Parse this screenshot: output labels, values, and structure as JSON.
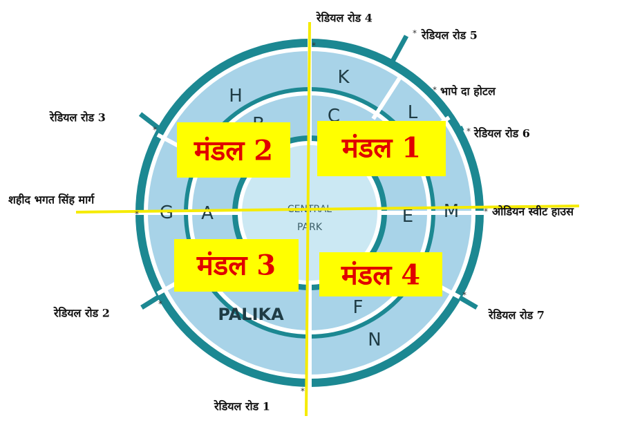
{
  "map": {
    "blocks": {
      "outer": [
        "H",
        "K",
        "L",
        "M",
        "N",
        "G"
      ],
      "middle": [
        "B",
        "C",
        "E",
        "F",
        "A"
      ],
      "palika": "PALIKA"
    },
    "central_park": {
      "line1": "CENTRAL",
      "line2": "PARK"
    },
    "roads": {
      "radial_1": "रेडियल रोड 1",
      "radial_2": "रेडियल रोड 2",
      "radial_3": "रेडियल रोड 3",
      "radial_4": "रेडियल रोड 4",
      "radial_5": "रेडियल रोड 5",
      "radial_6": "रेडियल रोड 6",
      "radial_7": "रेडियल रोड 7",
      "bhagat_singh_marg": "शहीद भगत सिंह मार्ग",
      "bhape_da_hotel": "भापे दा होटल",
      "odeon_suite_house": "ओडियन स्वीट हाउस"
    },
    "asterisk": "*",
    "zones": {
      "zone_1": "मंडल 1",
      "zone_2": "मंडल 2",
      "zone_3": "मंडल 3",
      "zone_4": "मंडल 4"
    },
    "colors": {
      "ring_dark": "#1c8892",
      "block_fill": "#a8d3e8",
      "park_fill": "#cbe8f3",
      "divider_line": "#f5eb00",
      "zone_box": "#ffff00",
      "zone_text": "#e00000"
    }
  }
}
